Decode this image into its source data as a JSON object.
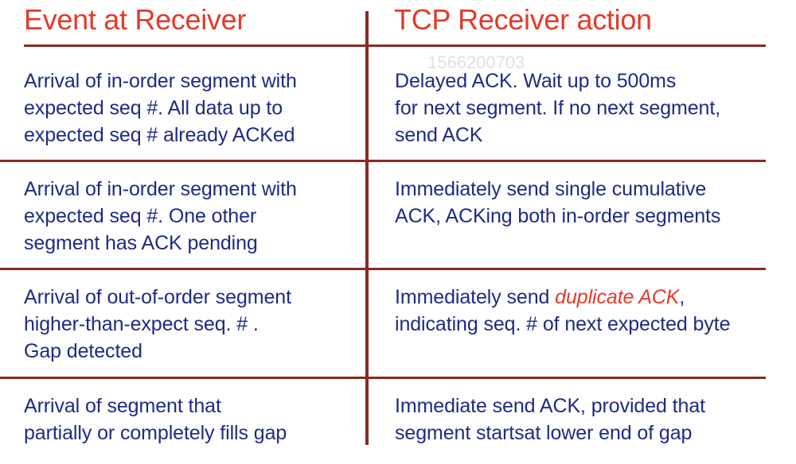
{
  "colors": {
    "header_text": "#e23b2a",
    "body_text": "#1f2a85",
    "rule_line": "#8b2a22",
    "highlight_text": "#e23b2a",
    "watermark_text": "#d9d9d9"
  },
  "headers": {
    "left": "Event at Receiver",
    "right": "TCP Receiver action"
  },
  "watermark": "1566200703",
  "rows": [
    {
      "event": "Arrival of in-order segment with\nexpected seq #. All data up to\nexpected seq # already ACKed",
      "action": "Delayed ACK. Wait up to 500ms\nfor next segment. If no next segment,\nsend ACK"
    },
    {
      "event": "Arrival of in-order segment with\nexpected seq #. One other\nsegment has ACK pending",
      "action": "Immediately send single cumulative\nACK, ACKing both in-order segments"
    },
    {
      "event": "Arrival of out-of-order segment\nhigher-than-expect seq. # .\nGap detected",
      "action_before": "Immediately send ",
      "action_highlight": "duplicate ACK",
      "action_after": ",\nindicating seq. # of next expected byte"
    },
    {
      "event": "Arrival of segment that\npartially or completely fills gap",
      "action": "Immediate send ACK, provided that\nsegment startsat lower end of gap"
    }
  ]
}
